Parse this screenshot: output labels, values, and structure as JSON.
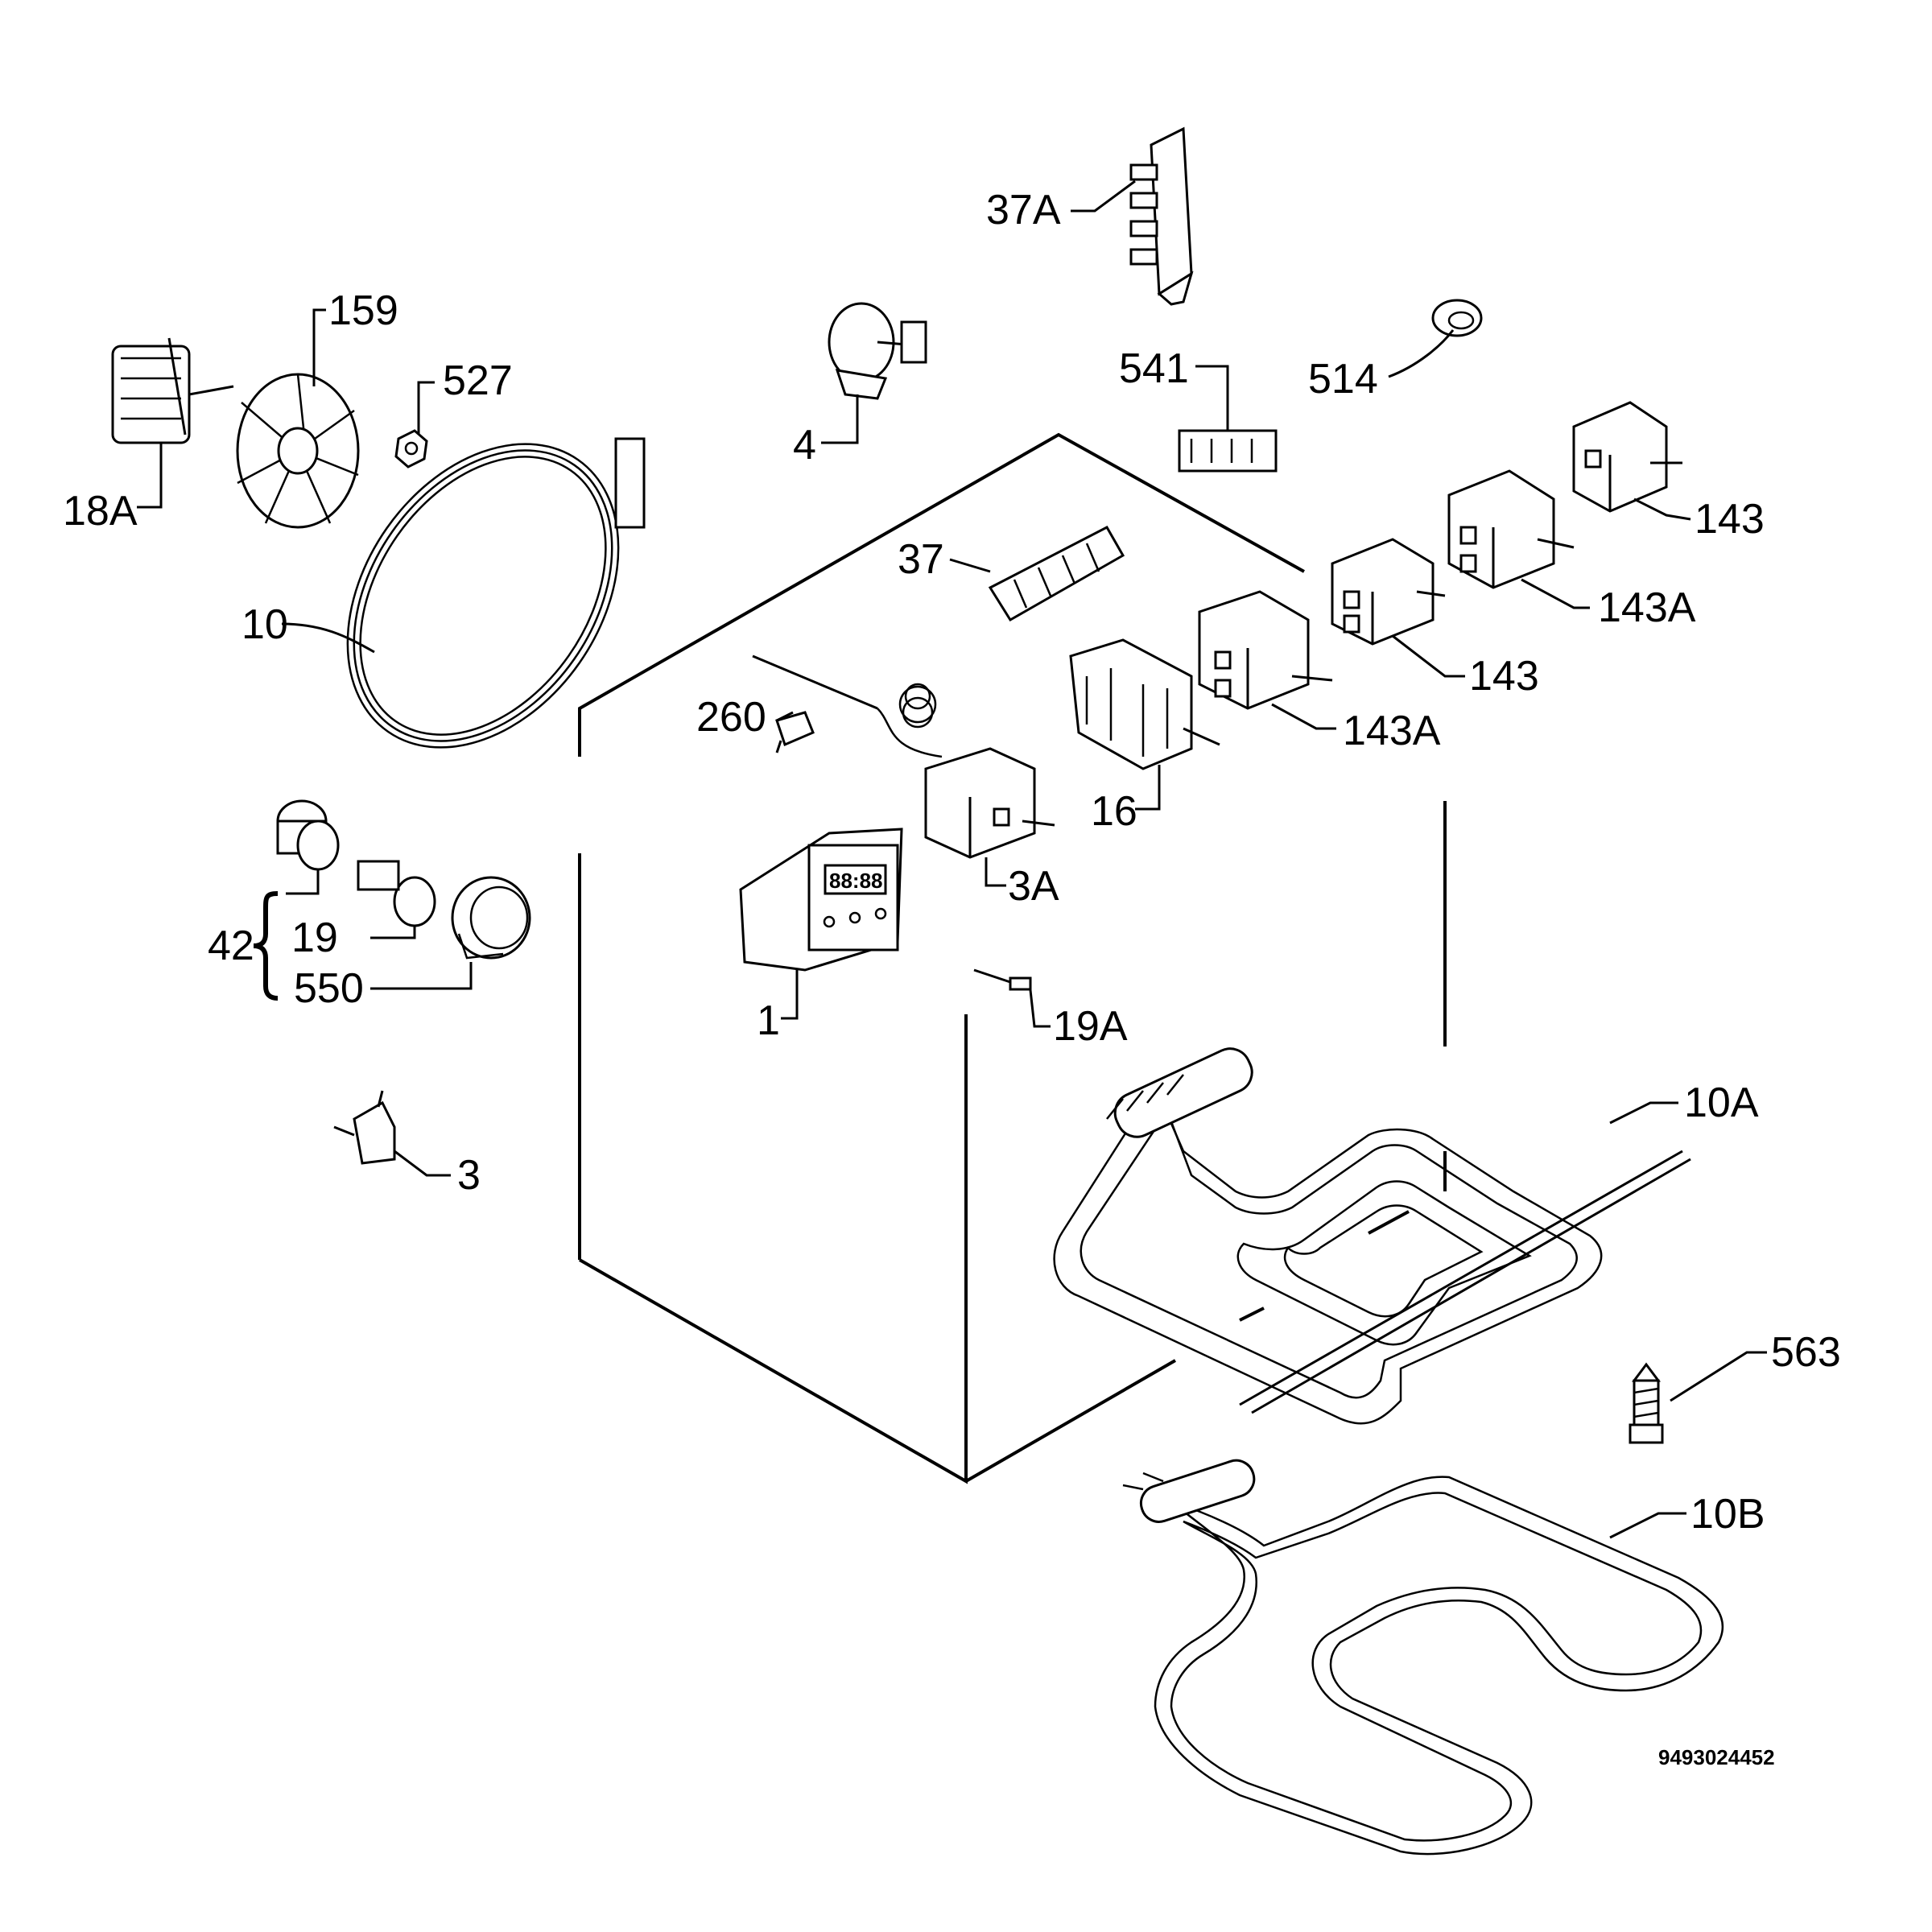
{
  "diagram": {
    "doc_number": "9493024452",
    "callouts": [
      {
        "id": "37A",
        "text": "37A"
      },
      {
        "id": "159",
        "text": "159"
      },
      {
        "id": "527",
        "text": "527"
      },
      {
        "id": "541",
        "text": "541"
      },
      {
        "id": "514",
        "text": "514"
      },
      {
        "id": "4",
        "text": "4"
      },
      {
        "id": "18A",
        "text": "18A"
      },
      {
        "id": "143-a",
        "text": "143"
      },
      {
        "id": "143A-a",
        "text": "143A"
      },
      {
        "id": "37",
        "text": "37"
      },
      {
        "id": "10",
        "text": "10"
      },
      {
        "id": "143-b",
        "text": "143"
      },
      {
        "id": "260",
        "text": "260"
      },
      {
        "id": "143A-b",
        "text": "143A"
      },
      {
        "id": "16",
        "text": "16"
      },
      {
        "id": "3A",
        "text": "3A"
      },
      {
        "id": "42",
        "text": "42"
      },
      {
        "id": "19",
        "text": "19"
      },
      {
        "id": "550",
        "text": "550"
      },
      {
        "id": "1",
        "text": "1"
      },
      {
        "id": "19A",
        "text": "19A"
      },
      {
        "id": "10A",
        "text": "10A"
      },
      {
        "id": "3",
        "text": "3"
      },
      {
        "id": "563",
        "text": "563"
      },
      {
        "id": "10B",
        "text": "10B"
      }
    ]
  }
}
